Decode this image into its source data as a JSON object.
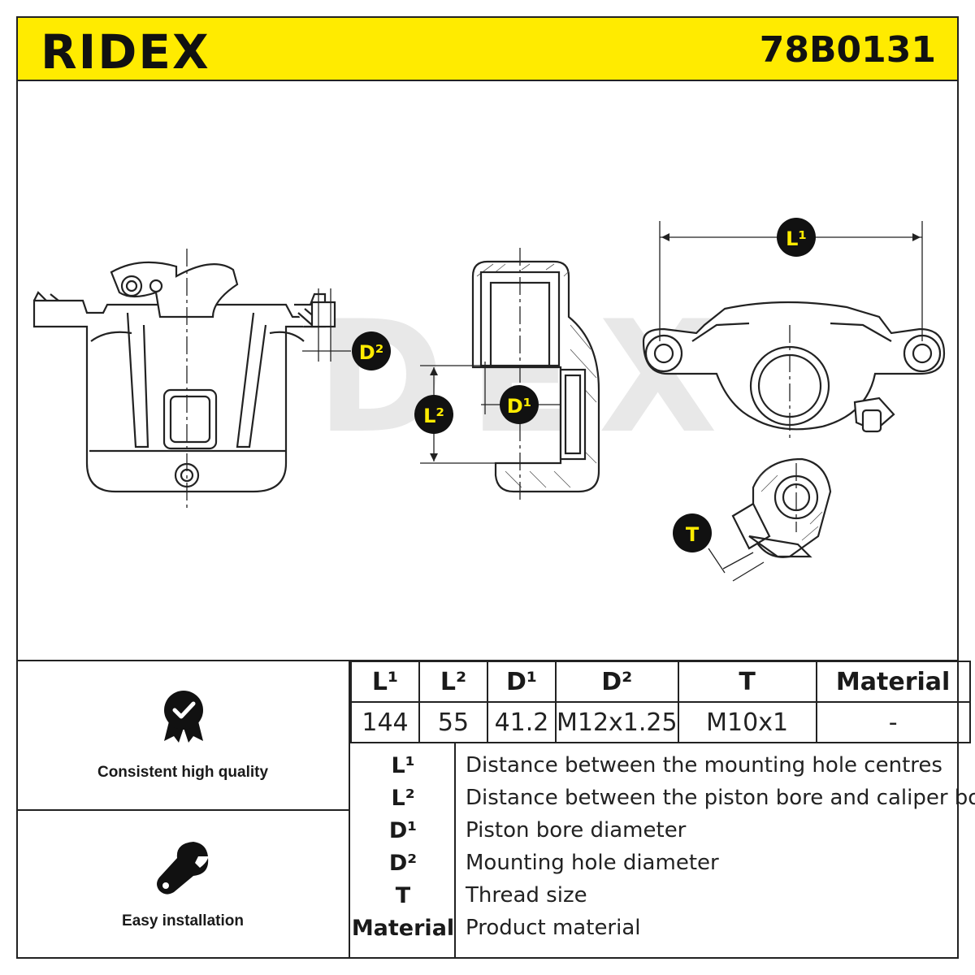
{
  "header": {
    "brand": "RIDEX",
    "part_number": "78B0131"
  },
  "diagram": {
    "labels": {
      "l1": "L¹",
      "l2": "L²",
      "d1": "D¹",
      "d2": "D²",
      "t": "T"
    },
    "watermark": "RIDEX"
  },
  "features": [
    {
      "icon": "quality-badge-icon",
      "label": "Consistent high quality"
    },
    {
      "icon": "wrench-icon",
      "label": "Easy installation"
    }
  ],
  "spec_table": {
    "headers": [
      "L¹",
      "L²",
      "D¹",
      "D²",
      "T",
      "Material"
    ],
    "values": [
      "144",
      "55",
      "41.2",
      "M12x1.25",
      "M10x1",
      "-"
    ]
  },
  "legend": [
    {
      "key": "L¹",
      "desc": "Distance between the mounting hole centres"
    },
    {
      "key": "L²",
      "desc": "Distance between the piston bore and caliper body"
    },
    {
      "key": "D¹",
      "desc": "Piston bore diameter"
    },
    {
      "key": "D²",
      "desc": "Mounting hole diameter"
    },
    {
      "key": "T",
      "desc": "Thread size"
    },
    {
      "key": "Material",
      "desc": "Product material"
    }
  ],
  "colors": {
    "accent": "#ffeb00",
    "line": "#222222",
    "marker": "#111111",
    "marker_text": "#ffeb00"
  }
}
